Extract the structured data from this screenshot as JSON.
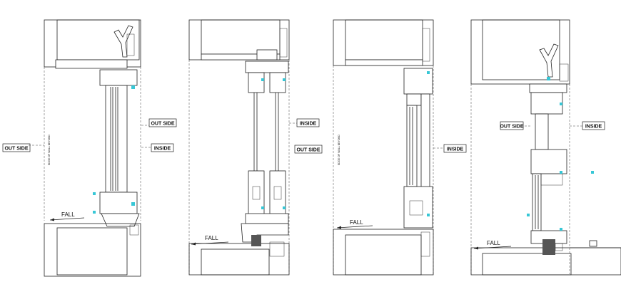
{
  "labels": {
    "outside": "OUT SIDE",
    "inside": "INSIDE",
    "fall": "FALL",
    "edge_of_wall_beyond": "EDGE OF WALL BEYOND"
  },
  "colors": {
    "line": "#222222",
    "seal_yellow": "#e8d84a",
    "gasket_cyan": "#37c7d6",
    "concrete_dot": "#333333",
    "background": "#ffffff"
  }
}
